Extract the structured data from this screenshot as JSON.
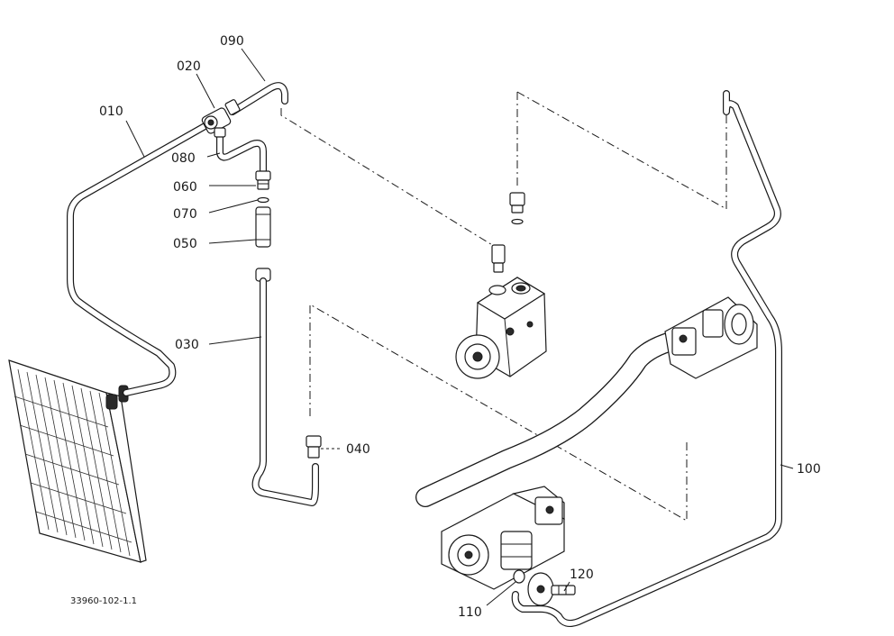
{
  "diagram": {
    "part_labels": {
      "p010": "010",
      "p020": "020",
      "p090": "090",
      "p080": "080",
      "p060": "060",
      "p070": "070",
      "p050": "050",
      "p030": "030",
      "p040": "040",
      "p100": "100",
      "p110": "110",
      "p120": "120"
    },
    "drawing_number": "33960-102-1.1"
  }
}
